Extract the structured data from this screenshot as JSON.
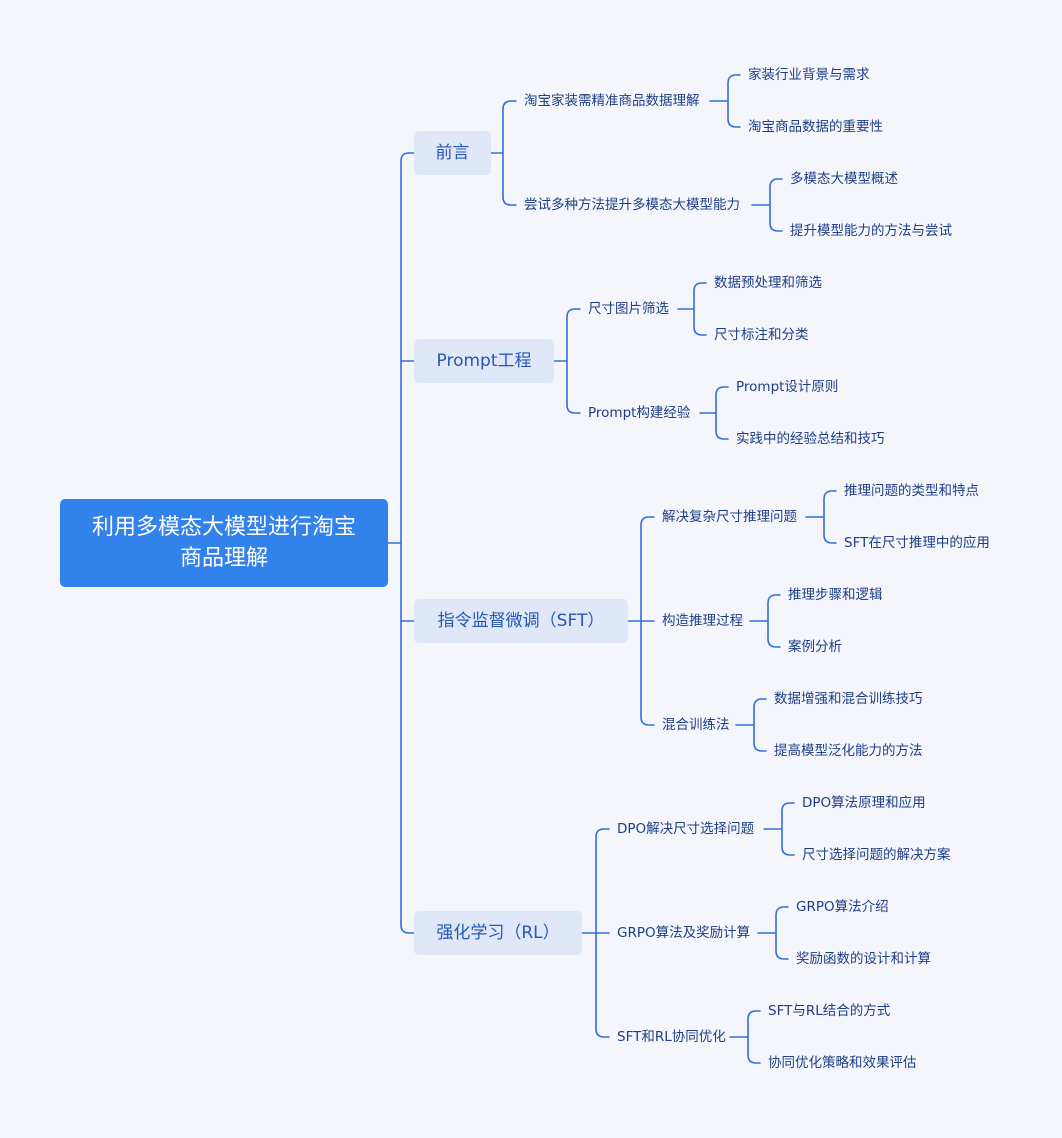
{
  "colors": {
    "background": "#f4f6fc",
    "root": "#3182ea",
    "topic": "#dfe7f9",
    "topic_text": "#2458b5",
    "line": "#2f6fe0",
    "text": "#1e3e86"
  },
  "mindmap": {
    "root": "利用多模态大模型进行淘宝商品理解",
    "topics": [
      {
        "label": "前言",
        "children": [
          {
            "label": "淘宝家装需精准商品数据理解",
            "children": [
              "家装行业背景与需求",
              "淘宝商品数据的重要性"
            ]
          },
          {
            "label": "尝试多种方法提升多模态大模型能力",
            "children": [
              "多模态大模型概述",
              "提升模型能力的方法与尝试"
            ]
          }
        ]
      },
      {
        "label": "Prompt工程",
        "children": [
          {
            "label": "尺寸图片筛选",
            "children": [
              "数据预处理和筛选",
              "尺寸标注和分类"
            ]
          },
          {
            "label": "Prompt构建经验",
            "children": [
              "Prompt设计原则",
              "实践中的经验总结和技巧"
            ]
          }
        ]
      },
      {
        "label": "指令监督微调（SFT）",
        "children": [
          {
            "label": "解决复杂尺寸推理问题",
            "children": [
              "推理问题的类型和特点",
              "SFT在尺寸推理中的应用"
            ]
          },
          {
            "label": "构造推理过程",
            "children": [
              "推理步骤和逻辑",
              "案例分析"
            ]
          },
          {
            "label": "混合训练法",
            "children": [
              "数据增强和混合训练技巧",
              "提高模型泛化能力的方法"
            ]
          }
        ]
      },
      {
        "label": "强化学习（RL）",
        "children": [
          {
            "label": "DPO解决尺寸选择问题",
            "children": [
              "DPO算法原理和应用",
              "尺寸选择问题的解决方案"
            ]
          },
          {
            "label": "GRPO算法及奖励计算",
            "children": [
              "GRPO算法介绍",
              "奖励函数的设计和计算"
            ]
          },
          {
            "label": "SFT和RL协同优化",
            "children": [
              "SFT与RL结合的方式",
              "协同优化策略和效果评估"
            ]
          }
        ]
      }
    ]
  }
}
